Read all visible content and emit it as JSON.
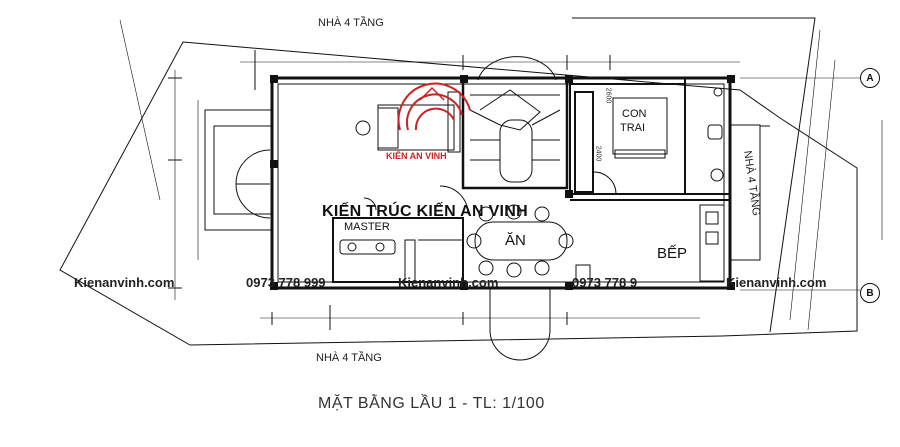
{
  "drawing": {
    "title": "MẶT BẰNG LẦU 1 - TL: 1/100",
    "brand": "KIẾN TRÚC KIẾN AN VINH",
    "neighbor_top": "NHÀ 4 TẦNG",
    "neighbor_bottom": "NHÀ 4 TẦNG",
    "neighbor_right": "NHÀ 4 TẦNG",
    "logo_text": "KIẾN AN VINH"
  },
  "rooms": {
    "master": "MASTER",
    "con_trai_1": "CON",
    "con_trai_2": "TRAI",
    "an": "ĂN",
    "bep": "BẾP"
  },
  "grid": {
    "a": "A",
    "b": "B"
  },
  "dimensions": {
    "d1": "2600",
    "d2": "2400"
  },
  "watermark": {
    "site": "Kienanvinh.com",
    "phone": "0973 778 999",
    "phone_partial": "0973 778 9"
  },
  "colors": {
    "line": "#111111",
    "logo_red": "#cc2222"
  }
}
